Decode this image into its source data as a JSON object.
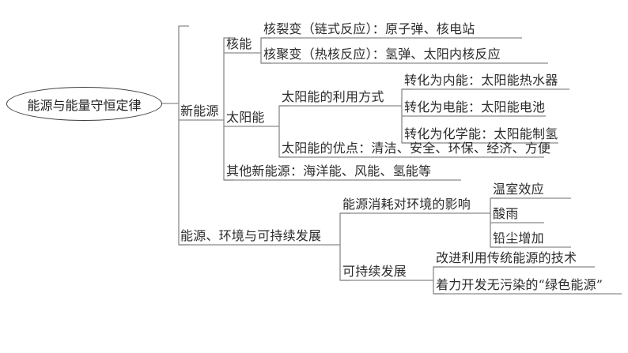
{
  "diagram": {
    "title": "能源与能量守恒定律",
    "root": {
      "label": "能源与能量守恒定律"
    },
    "branches": [
      {
        "label": "新能源",
        "children": [
          {
            "label": "核能",
            "children": [
              {
                "label": "核裂变（链式反应）：原子弹、核电站"
              },
              {
                "label": "核聚变（热核反应）：氢弹、太阳内核反应"
              }
            ]
          },
          {
            "label": "太阳能",
            "children": [
              {
                "label": "太阳能的利用方式",
                "children": [
                  {
                    "label": "转化为内能：太阳能热水器"
                  },
                  {
                    "label": "转化为电能：太阳能电池"
                  },
                  {
                    "label": "转化为化学能：太阳能制氢"
                  }
                ]
              },
              {
                "label": "太阳能的优点：清洁、安全、环保、经济、方便"
              }
            ]
          },
          {
            "label": "其他新能源：海洋能、风能、氢能等"
          }
        ]
      },
      {
        "label": "能源、环境与可持续发展",
        "children": [
          {
            "label": "能源消耗对环境的影响",
            "children": [
              {
                "label": "温室效应"
              },
              {
                "label": "酸雨"
              },
              {
                "label": "铅尘增加"
              }
            ]
          },
          {
            "label": "可持续发展",
            "children": [
              {
                "label": "改进利用传统能源的技术"
              },
              {
                "label": "着力开发无污染的“绿色能源”"
              }
            ]
          }
        ]
      }
    ],
    "colors": {
      "line": "#8a8a8a",
      "root_outline": "#3a3a3a",
      "text": "#2b2b2b",
      "background": "#ffffff"
    }
  }
}
